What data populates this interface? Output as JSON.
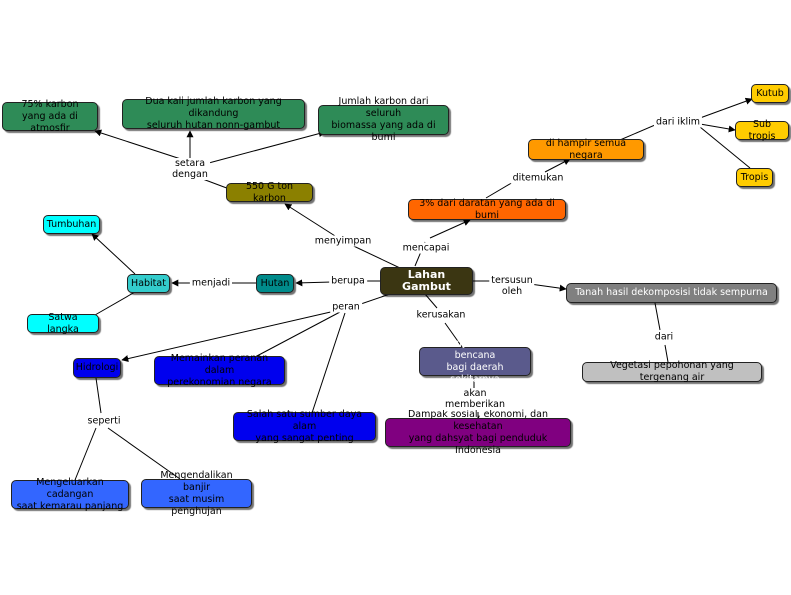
{
  "nodes": {
    "root": "Lahan Gambut",
    "karbon550": "550 G ton karbon",
    "karbon75": "75% karbon\nyang ada di atmosfir",
    "duaKali": "Dua kali jumlah karbon yang dikandung\nseluruh hutan nonn-gambut",
    "jumlahKarbon": "Jumlah karbon dari seluruh\nbiomassa yang ada di bumi",
    "daratan": "3% dari daratan yang ada di bumi",
    "hampir": "di hampir semua negara",
    "kutub": "Kutub",
    "subtropis": "Sub tropis",
    "tropis": "Tropis",
    "hutan": "Hutan",
    "habitat": "Habitat",
    "tumbuhan": "Tumbuhan",
    "satwa": "Satwa langka",
    "hidrologi": "Hidrologi",
    "memainkan": "Memainkan peranan dalam\nperekonomian negara",
    "salahSatu": "Salah satu sumber daya alam\nyang sangat penting",
    "mengeluarkan": "Mengeluarkan cadangan\nsaat kemarau panjang",
    "mengendalikan": "Mengendalikan banjir\nsaat musim penghujan",
    "bencana": "Menyebabkan bencana\nbagi daerah sekitarnya",
    "dampak": "Dampak sosial, ekonomi, dan kesehatan\nyang dahsyat bagi penduduk Indonesia",
    "tanah": "Tanah hasil dekomposisi tidak sempurna",
    "vegetasi": "Vegetasi pepohonan yang tergenang air"
  },
  "links": {
    "menyimpan": "menyimpan",
    "setara": "setara\ndengan",
    "mencapai": "mencapai",
    "ditemukan": "ditemukan",
    "dariIklim": "dari iklim",
    "berupa": "berupa",
    "menjadi": "menjadi",
    "peran": "peran",
    "seperti": "seperti",
    "kerusakan": "kerusakan",
    "akan": "akan\nmemberikan",
    "tersusun": "tersusun\noleh",
    "dari": "dari"
  }
}
